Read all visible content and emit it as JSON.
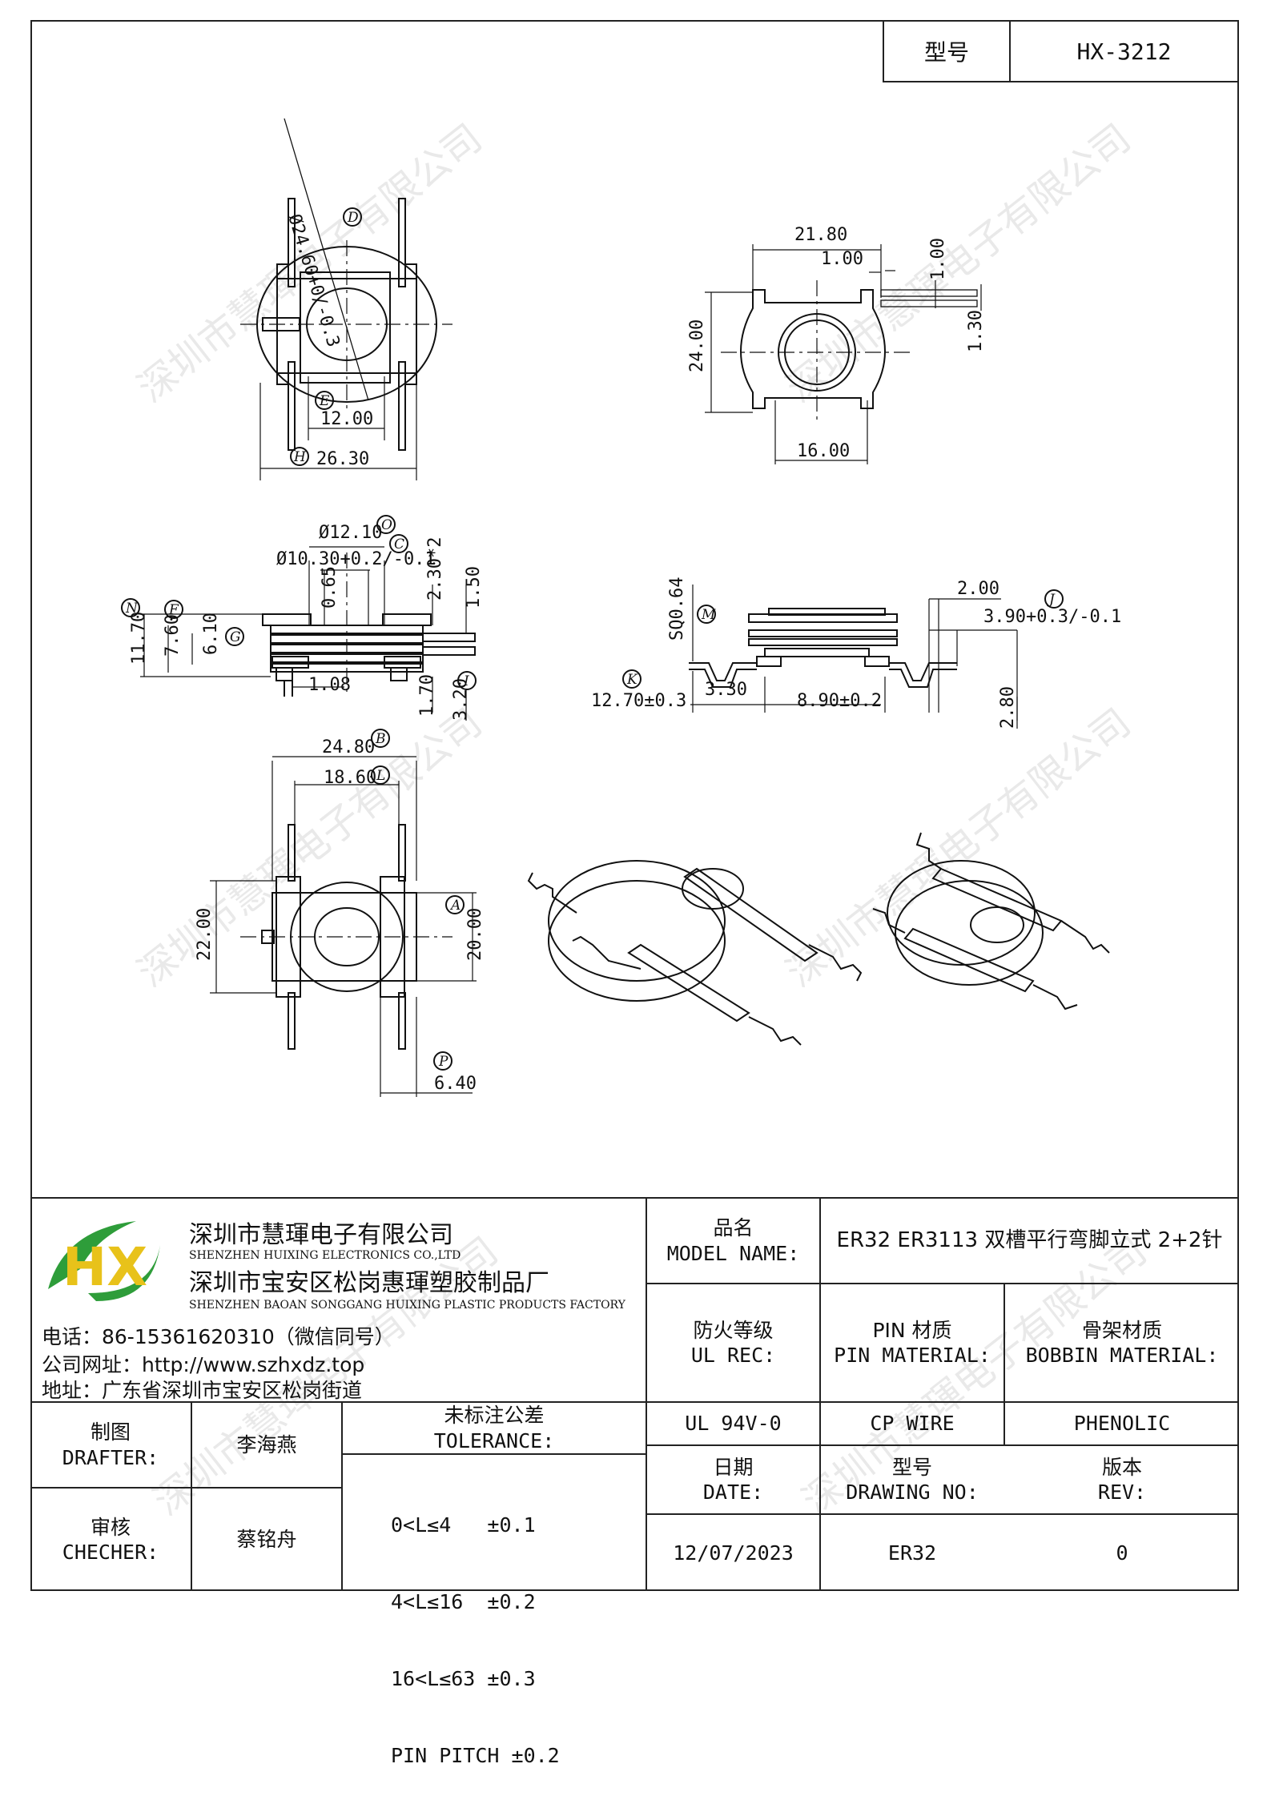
{
  "header": {
    "model_label": "型号",
    "model_value": "HX-3212"
  },
  "watermark": "深圳市慧琿电子有限公司",
  "dims": {
    "top_left": {
      "diam": "Ø24.60+0/-0.3",
      "w12": "12.00",
      "w2630": "26.30",
      "d": "D",
      "e": "E",
      "h": "H"
    },
    "top_right": {
      "w2180": "21.80",
      "t100a": "1.00",
      "t100b": "1.00",
      "h2400": "24.00",
      "h130": "1.30",
      "w1600": "16.00"
    },
    "side_left": {
      "d1210": "Ø12.10",
      "d1030": "Ø10.30+0.2/-0.1",
      "h065": "0.65",
      "h230": "2.30*2",
      "h150": "1.50",
      "h1170": "11.70",
      "h760": "7.60",
      "h610": "6.10",
      "w108": "1.08",
      "h170": "1.70",
      "h320": "3.20",
      "o": "O",
      "c": "C",
      "n": "N",
      "f": "F",
      "g": "G",
      "i": "I"
    },
    "side_right": {
      "sq": "SQ0.64",
      "w200": "2.00",
      "t390": "3.90+0.3/-0.1",
      "w1270": "12.70±0.3",
      "w330": "3.30",
      "w890": "8.90±0.2",
      "h280": "2.80",
      "m": "M",
      "j": "J",
      "k": "K"
    },
    "bottom_left": {
      "w2480": "24.80",
      "w1860": "18.60",
      "h2200": "22.00",
      "h2000": "20.00",
      "w640": "6.40",
      "b": "B",
      "l": "L",
      "a": "A",
      "p": "P"
    }
  },
  "company": {
    "logo_text": "HX",
    "name_cn": "深圳市慧琿电子有限公司",
    "name_en": "SHENZHEN HUIXING ELECTRONICS CO.,LTD",
    "factory_cn": "深圳市宝安区松岗惠琿塑胶制品厂",
    "factory_en": "SHENZHEN BAOAN SONGGANG HUIXING PLASTIC PRODUCTS FACTORY",
    "phone": "电话：86-15361620310（微信同号）",
    "website": "公司网址：http://www.szhxdz.top",
    "address": "地址：广东省深圳市宝安区松岗街道"
  },
  "title_block": {
    "model_name_cn": "品名",
    "model_name_en": "MODEL NAME:",
    "model_name_value": "ER32 ER3113 双槽平行弯脚立式 2+2针",
    "ul_cn": "防火等级",
    "ul_en": "UL REC:",
    "pin_cn": "PIN 材质",
    "pin_en": "PIN MATERIAL:",
    "bobbin_cn": "骨架材质",
    "bobbin_en": "BOBBIN MATERIAL:",
    "ul_value": "UL 94V-0",
    "pin_value": "CP WIRE",
    "bobbin_value": "PHENOLIC",
    "drafter_cn": "制图",
    "drafter_en": "DRAFTER:",
    "drafter_value": "李海燕",
    "checker_cn": "审核",
    "checker_en": "CHECHER:",
    "checker_value": "蔡铭舟",
    "tol_cn": "未标注公差",
    "tol_en": "TOLERANCE:",
    "tol_lines": [
      "0<L≤4   ±0.1",
      "4<L≤16  ±0.2",
      "16<L≤63 ±0.3",
      "PIN PITCH ±0.2"
    ],
    "date_cn": "日期",
    "date_en": "DATE:",
    "date_value": "12/07/2023",
    "drawno_cn": "型号",
    "drawno_en": "DRAWING NO:",
    "drawno_value": "ER32",
    "rev_cn": "版本",
    "rev_en": "REV:",
    "rev_value": "0"
  }
}
